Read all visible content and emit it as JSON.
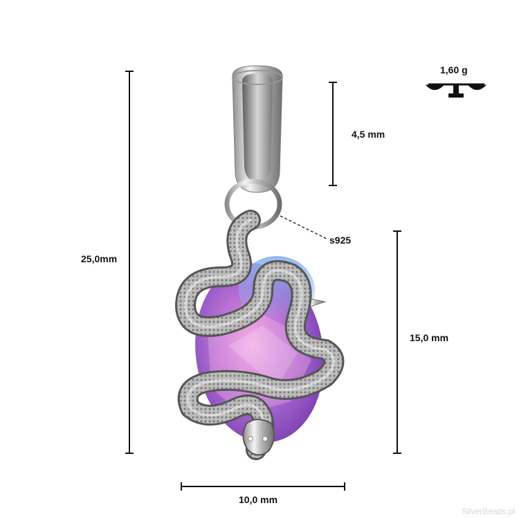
{
  "dimensions": {
    "total_height": "25,0mm",
    "loop_height": "4,5 mm",
    "pendant_height": "15,0 mm",
    "width": "10,0 mm"
  },
  "weight": "1,60 g",
  "material": "s925",
  "watermark": "SilverBeads.pl",
  "colors": {
    "silver": "#c9c9c9",
    "stone_purple": "#9a5cc8",
    "stone_pink": "#e06fc8",
    "stone_blue": "#7fa6e6"
  }
}
